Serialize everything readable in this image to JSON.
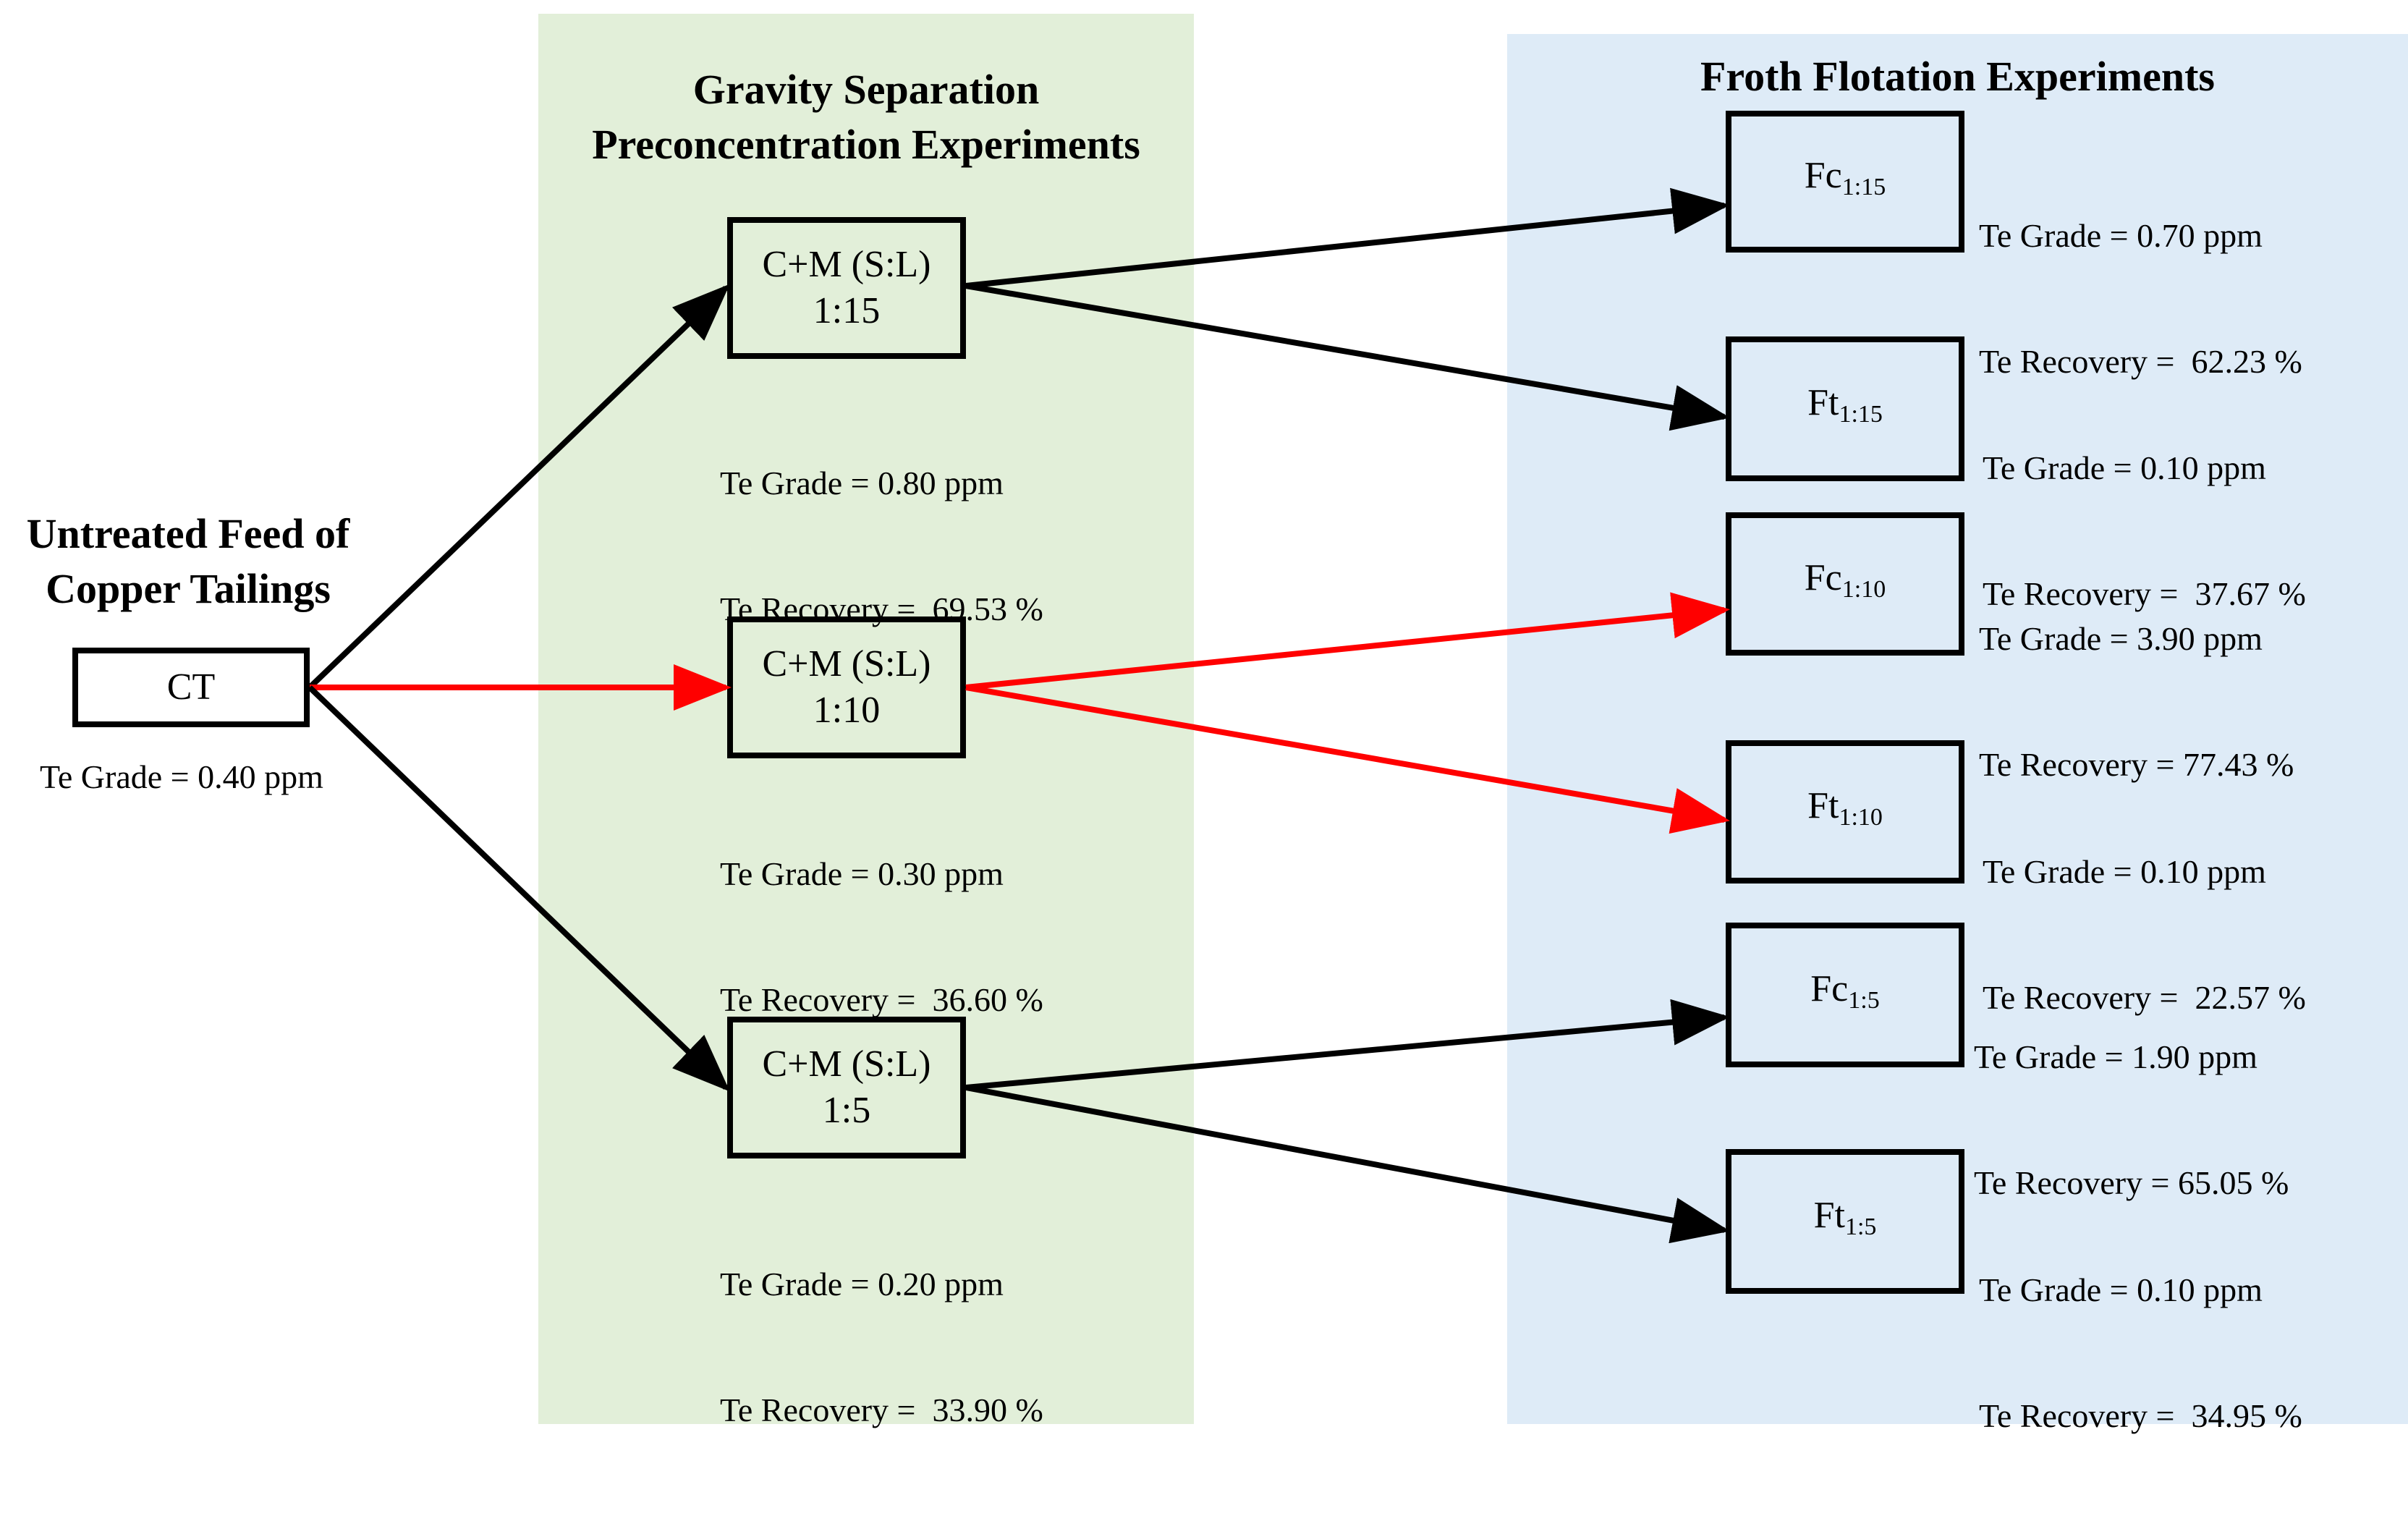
{
  "headings": {
    "gravity_line1": "Gravity Separation",
    "gravity_line2": "Preconcentration Experiments",
    "froth": "Froth Flotation Experiments",
    "feed_line1": "Untreated Feed of",
    "feed_line2": "Copper Tailings"
  },
  "feed": {
    "label": "CT",
    "grade": "Te Grade = 0.40 ppm"
  },
  "gravity": [
    {
      "line1": "C+M (S:L)",
      "line2": "1:15",
      "grade": "Te Grade = 0.80 ppm",
      "recovery": "Te Recovery =  69.53 %"
    },
    {
      "line1": "C+M (S:L)",
      "line2": "1:10",
      "grade": "Te Grade = 0.30 ppm",
      "recovery": "Te Recovery =  36.60 %"
    },
    {
      "line1": "C+M (S:L)",
      "line2": "1:5",
      "grade": "Te Grade = 0.20 ppm",
      "recovery": "Te Recovery =  33.90 %"
    }
  ],
  "froth": [
    {
      "prefix": "Fc",
      "sub": "1:15",
      "grade": "Te Grade = 0.70 ppm",
      "recovery": "Te Recovery =  62.23 %"
    },
    {
      "prefix": "Ft",
      "sub": "1:15",
      "grade": "Te Grade = 0.10 ppm",
      "recovery": "Te Recovery =  37.67 %"
    },
    {
      "prefix": "Fc",
      "sub": "1:10",
      "grade": "Te Grade = 3.90 ppm",
      "recovery": "Te Recovery = 77.43 %"
    },
    {
      "prefix": "Ft",
      "sub": "1:10",
      "grade": "Te Grade = 0.10 ppm",
      "recovery": "Te Recovery =  22.57 %"
    },
    {
      "prefix": "Fc",
      "sub": "1:5",
      "grade": "Te Grade = 1.90 ppm",
      "recovery": "Te Recovery = 65.05 %"
    },
    {
      "prefix": "Ft",
      "sub": "1:5",
      "grade": "Te Grade = 0.10 ppm",
      "recovery": "Te Recovery =  34.95 %"
    }
  ],
  "colors": {
    "gravity_panel": "#e2efd9",
    "froth_panel": "#deebf7",
    "default_arrow": "#000000",
    "highlight_arrow": "#ff0000"
  },
  "highlighted_path": "1:10"
}
